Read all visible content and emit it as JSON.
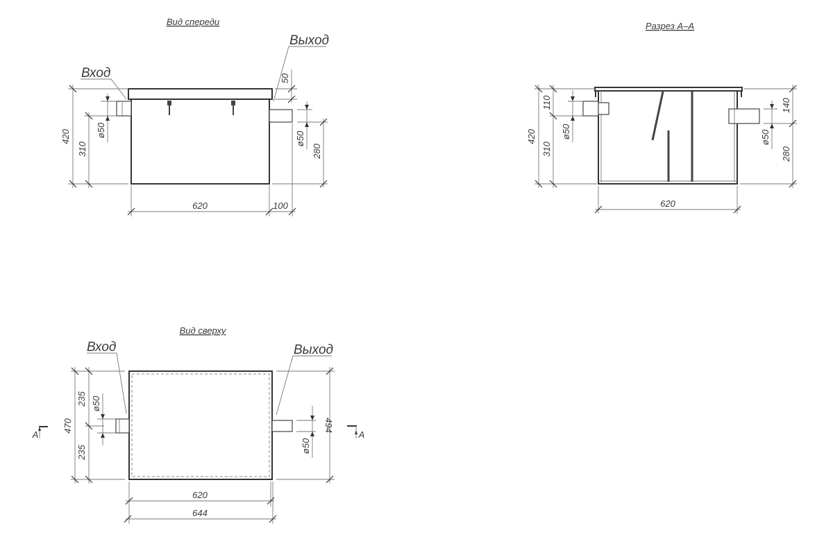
{
  "front_view": {
    "title": "Вид спереди",
    "inlet_label": "Вход",
    "outlet_label": "Выход",
    "dims": {
      "total_height": "420",
      "inlet_height": "310",
      "inlet_diameter": "ø50",
      "lid": "50",
      "outlet_diameter": "ø50",
      "outlet_height": "280",
      "width": "620",
      "outlet_length": "100"
    }
  },
  "section_view": {
    "title": "Разрез А–А",
    "dims": {
      "total_height": "420",
      "inlet_height": "310",
      "inlet_top": "110",
      "inlet_diameter": "ø50",
      "outlet_top": "140",
      "outlet_diameter": "ø50",
      "outlet_height": "280",
      "width": "620"
    }
  },
  "top_view": {
    "title": "Вид сверху",
    "inlet_label": "Вход",
    "outlet_label": "Выход",
    "dims": {
      "depth": "470",
      "half_top": "235",
      "half_bottom": "235",
      "inlet_diameter": "ø50",
      "outer_depth": "494",
      "outlet_diameter": "ø50",
      "inner_width": "620",
      "outer_width": "644"
    },
    "section_mark_left": "А",
    "section_mark_right": "А"
  }
}
